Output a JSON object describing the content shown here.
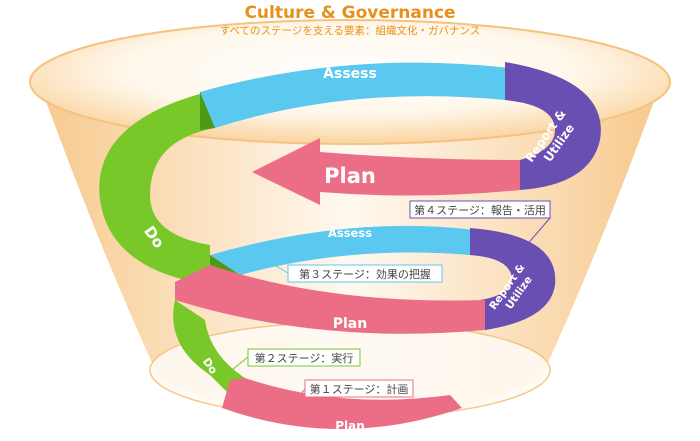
{
  "header": {
    "title": "Culture & Governance",
    "subtitle": "すべてのステージを支える要素：組織文化・ガバナンス"
  },
  "upper_cycle": {
    "assess": "Assess",
    "report": "Report &",
    "utilize": "Utilize",
    "plan": "Plan",
    "do": "Do"
  },
  "lower_cycle": {
    "assess": "Assess",
    "report": "Report &",
    "utilize": "Utilize",
    "plan": "Plan",
    "do": "Do",
    "bottom_plan": "Plan"
  },
  "callouts": {
    "stage4": "第４ステージ：報告・活用",
    "stage3": "第３ステージ：効果の把握",
    "stage2": "第２ステージ：実行",
    "stage1": "第１ステージ：計画"
  },
  "colors": {
    "title": "#e8901a",
    "subtitle": "#e8901a",
    "funnel_edge": "#f7c98a",
    "funnel_fill": "#fff3e0",
    "assess": "#5bc8f0",
    "report": "#6a4fb3",
    "plan": "#ec6e86",
    "do": "#78c82a",
    "stage4_line": "#6a4fb3",
    "stage3_line": "#5bc8f0",
    "stage2_line": "#78c82a",
    "stage1_line": "#ec6e86"
  }
}
